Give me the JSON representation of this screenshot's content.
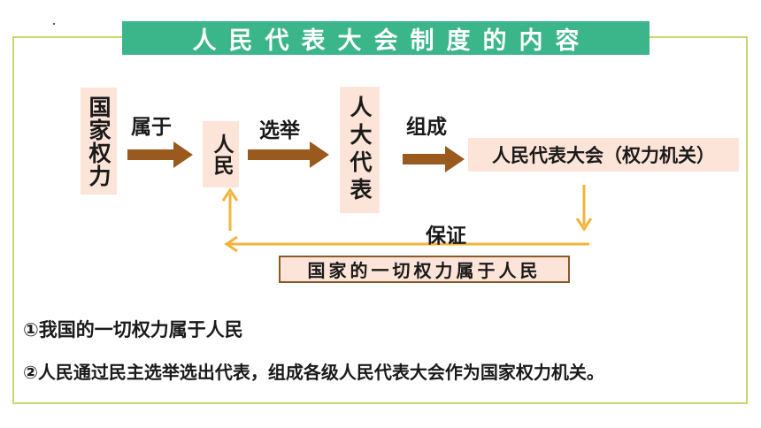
{
  "title": "人民代表大会制度的内容",
  "nodes": {
    "state_power": "国家权力",
    "people": "人民",
    "deputies": "人大代表",
    "congress": "人民代表大会（权力机关）"
  },
  "arrows": {
    "belongs_to": "属于",
    "elect": "选举",
    "form": "组成",
    "guarantee": "保证"
  },
  "boxed_statement": "国家的一切权力属于人民",
  "statements": [
    "①我国的一切权力属于人民",
    "②人民通过民主选举选出代表，组成各级人民代表大会作为国家权力机关。"
  ],
  "colors": {
    "title_bg": "#3bb58a",
    "frame_border": "#c5d86d",
    "node_bg": "#fde4d8",
    "arrow_brown": "#9a5a1e",
    "arrow_yellow": "#f2b53a"
  }
}
